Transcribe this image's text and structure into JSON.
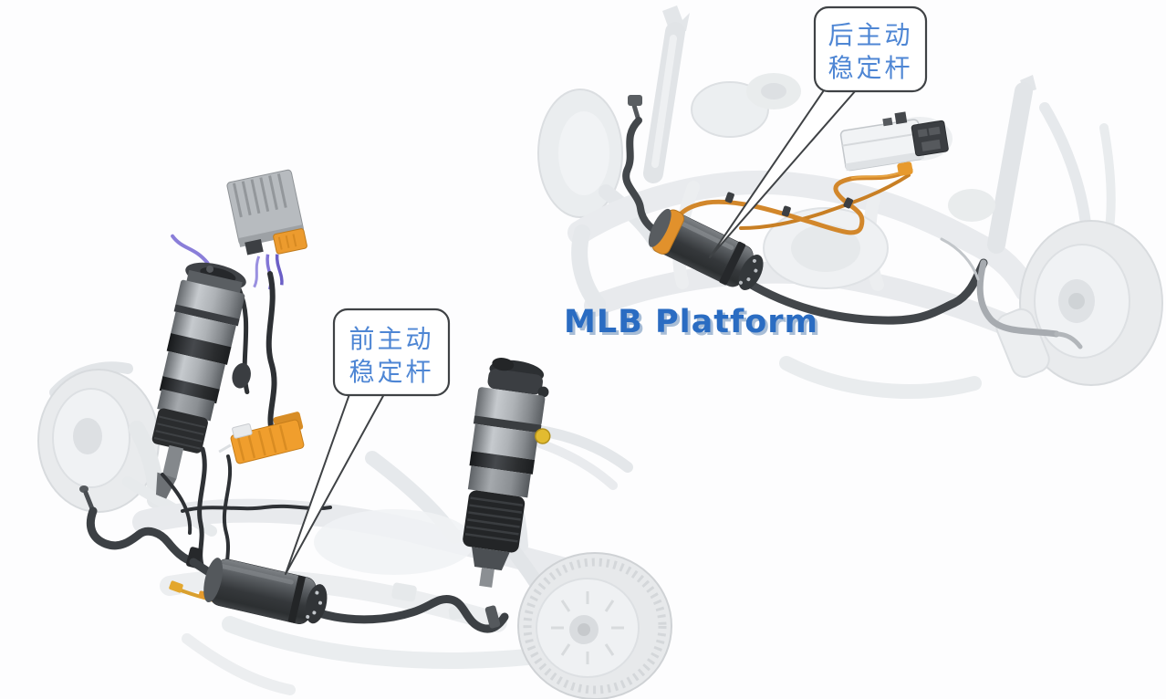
{
  "canvas": {
    "background": "#fdfdfe"
  },
  "callouts": {
    "rear": {
      "line1": "后主动",
      "line2": "稳定杆"
    },
    "front": {
      "line1": "前主动",
      "line2": "稳定杆"
    }
  },
  "platform_label": "MLB Platform",
  "colors": {
    "label_text": "#4e86d4",
    "bubble_fill": "#ffffff",
    "bubble_outline": "#3f4245",
    "platform_text": "#2a6cc2",
    "platform_shadow": "#a8bdd6",
    "harness_orange": "#d2872b",
    "connector_orange": "#f09e2d",
    "component_dark": "#3f4347",
    "metal_gray": "#a8acb0",
    "ghost_gray": "#e8eaed"
  }
}
